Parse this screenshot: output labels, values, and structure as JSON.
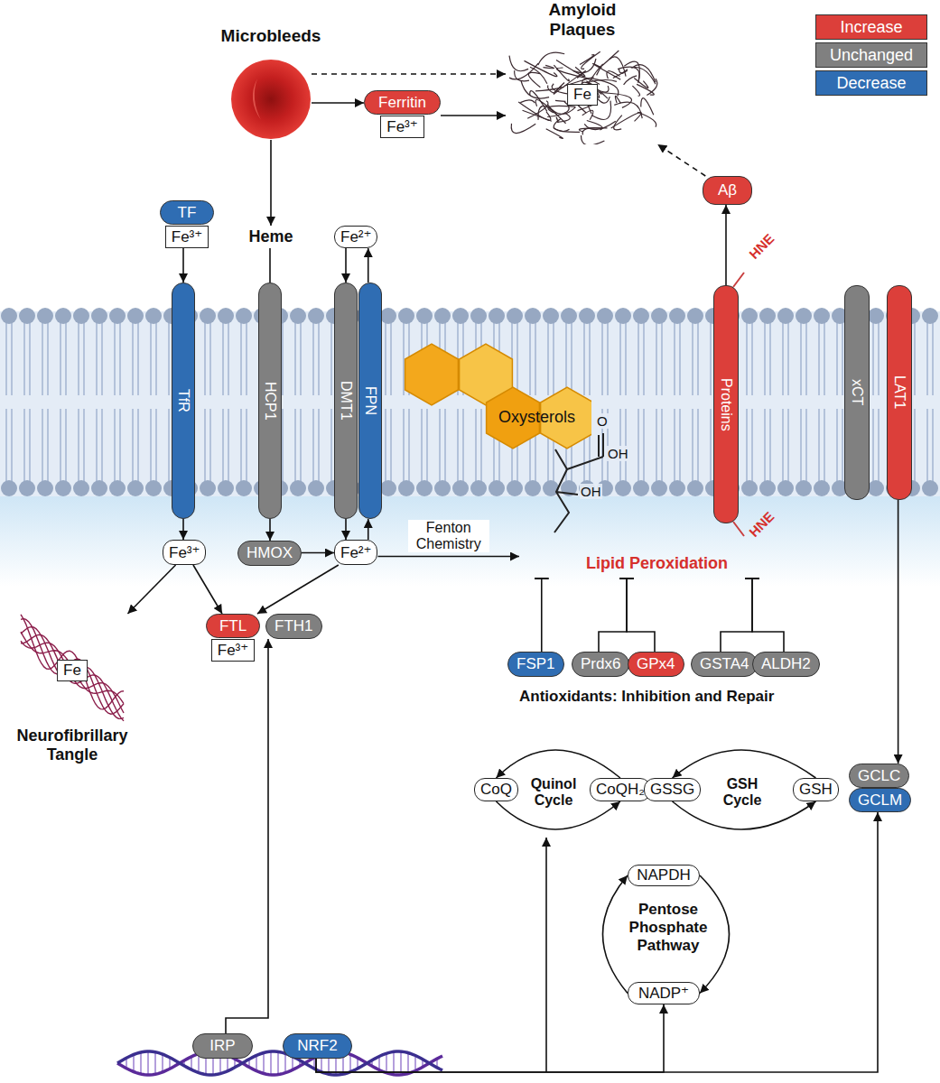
{
  "diagram": {
    "nodes": [
      {
        "text": [
          "Microbleeds"
        ]
      },
      {
        "text": [
          "Ferritin",
          "Fe³⁺"
        ]
      },
      {
        "text": [
          "Amyloid Plaques",
          "Fe"
        ]
      },
      {
        "text": [
          "TF",
          "Fe³⁺"
        ]
      },
      {
        "text": [
          "Heme"
        ]
      },
      {
        "text": [
          "Fe²⁺"
        ]
      },
      {
        "text": [
          "Aβ"
        ]
      },
      {
        "text": [
          "TfR"
        ]
      },
      {
        "text": [
          "HCP1"
        ]
      },
      {
        "text": [
          "DMT1"
        ]
      },
      {
        "text": [
          "FPN"
        ]
      },
      {
        "text": [
          "Oxysterols"
        ]
      },
      {
        "text": [
          "Proteins"
        ]
      },
      {
        "text": [
          "xCT"
        ]
      },
      {
        "text": [
          "LAT1"
        ]
      },
      {
        "text": [
          "Fe³⁺"
        ]
      },
      {
        "text": [
          "HMOX"
        ]
      },
      {
        "text": [
          "Fe²⁺"
        ]
      },
      {
        "text": [
          "Lipid Peroxidation"
        ]
      },
      {
        "text": [
          "Fe",
          "Neurofibrillary Tangle"
        ]
      },
      {
        "text": [
          "FTL",
          "Fe³⁺"
        ]
      },
      {
        "text": [
          "FTH1"
        ]
      },
      {
        "text": [
          "FSP1"
        ]
      },
      {
        "text": [
          "Prdx6"
        ]
      },
      {
        "text": [
          "GPx4"
        ]
      },
      {
        "text": [
          "GSTA4"
        ]
      },
      {
        "text": [
          "ALDH2"
        ]
      },
      {
        "text": [
          "CoQ"
        ]
      },
      {
        "text": [
          "CoQH₂"
        ]
      },
      {
        "text": [
          "GSSG"
        ]
      },
      {
        "text": [
          "GSH"
        ]
      },
      {
        "text": [
          "GCLC"
        ]
      },
      {
        "text": [
          "GCLM"
        ]
      },
      {
        "text": [
          "NAPDH"
        ]
      },
      {
        "text": [
          "NADP⁺"
        ]
      },
      {
        "text": [
          "IRP"
        ]
      },
      {
        "text": [
          "NRF2"
        ]
      }
    ],
    "edges": [
      {
        "from": 0,
        "to": 2,
        "arrow": "to"
      },
      {
        "from": 0,
        "to": 1,
        "arrow": "to"
      },
      {
        "from": 1,
        "to": 2,
        "arrow": "to"
      },
      {
        "from": 0,
        "to": 4,
        "arrow": "to"
      },
      {
        "from": 6,
        "to": 2,
        "arrow": "to"
      },
      {
        "from": 12,
        "to": 6,
        "arrow": "to"
      },
      {
        "from": 3,
        "to": 7,
        "arrow": "to"
      },
      {
        "from": 4,
        "to": 8,
        "arrow": "none"
      },
      {
        "from": 5,
        "to": 9,
        "arrow": "to"
      },
      {
        "from": 10,
        "to": 5,
        "arrow": "to"
      },
      {
        "from": 7,
        "to": 15,
        "arrow": "to"
      },
      {
        "from": 8,
        "to": 16,
        "arrow": "to"
      },
      {
        "from": 16,
        "to": 17,
        "arrow": "to"
      },
      {
        "from": 9,
        "to": 17,
        "arrow": "to"
      },
      {
        "from": 17,
        "to": 10,
        "arrow": "to"
      },
      {
        "from": 15,
        "to": 19,
        "arrow": "to"
      },
      {
        "from": 15,
        "to": 20,
        "arrow": "to"
      },
      {
        "from": 17,
        "to": 20,
        "arrow": "to"
      },
      {
        "from": 17,
        "to": 18,
        "label": "Fenton Chemistry",
        "arrow": "to"
      },
      {
        "from": 22,
        "to": 18,
        "arrow": "to"
      },
      {
        "from": 23,
        "to": 18,
        "arrow": "to"
      },
      {
        "from": 24,
        "to": 18,
        "arrow": "to"
      },
      {
        "from": 25,
        "to": 18,
        "arrow": "to"
      },
      {
        "from": 26,
        "to": 18,
        "arrow": "to"
      },
      {
        "from": 14,
        "to": 31,
        "arrow": "to"
      },
      {
        "from": 35,
        "to": 21,
        "arrow": "to"
      },
      {
        "from": 36,
        "to": 34,
        "arrow": "to"
      },
      {
        "from": 36,
        "to": 32,
        "arrow": "to"
      },
      {
        "from": 28,
        "to": 27,
        "arrow": "to"
      },
      {
        "from": 27,
        "to": 28,
        "arrow": "to"
      },
      {
        "from": 30,
        "to": 29,
        "arrow": "to"
      },
      {
        "from": 29,
        "to": 30,
        "arrow": "to"
      },
      {
        "from": 34,
        "to": 33,
        "arrow": "to"
      },
      {
        "from": 33,
        "to": 34,
        "arrow": "to"
      }
    ],
    "labels": [
      "HNE",
      "HNE",
      "OH",
      "O",
      "OH",
      "Antioxidants: Inhibition and Repair",
      "Quinol Cycle",
      "GSH Cycle",
      "Pentose Phosphate Pathway"
    ],
    "legend": [
      {
        "text": "Increase",
        "color": "#dc3f3a"
      },
      {
        "text": "Unchanged",
        "color": "#808080"
      },
      {
        "text": "Decrease",
        "color": "#2f6db3"
      }
    ]
  }
}
